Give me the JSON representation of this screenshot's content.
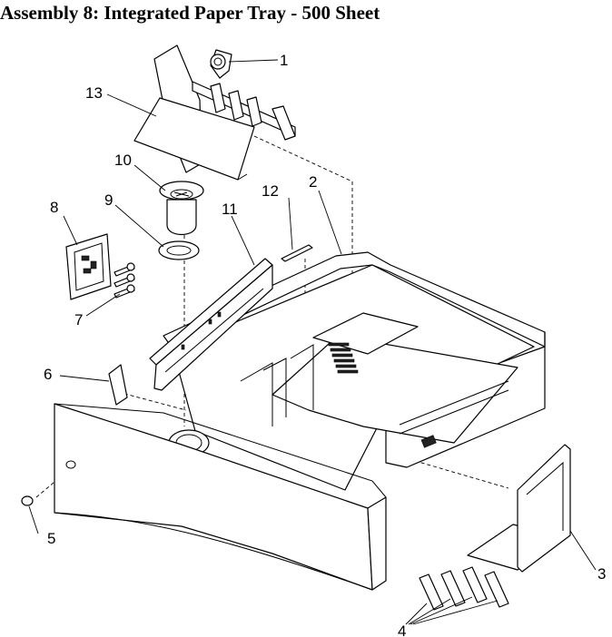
{
  "title": "Assembly 8: Integrated Paper Tray - 500 Sheet",
  "callouts": [
    "1",
    "2",
    "3",
    "4",
    "5",
    "6",
    "7",
    "8",
    "9",
    "10",
    "11",
    "12",
    "13"
  ]
}
